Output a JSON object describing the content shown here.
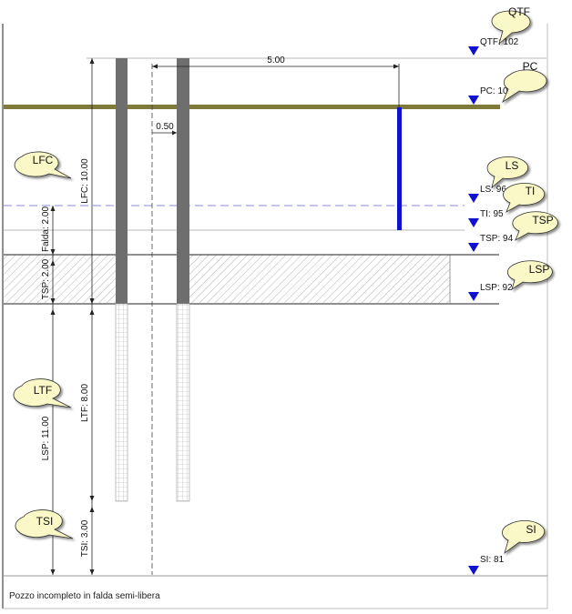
{
  "caption": "Pozzo incompleto in falda semi-libera",
  "colors": {
    "ground": "#7f7a3a",
    "pipe": "#6e6e6e",
    "level_marker": "#1010d0",
    "water_line": "#8a8ad8",
    "bubble_fill": "#fbf8c8"
  },
  "levels": {
    "qtf": "QTF: 102",
    "pc": "PC: 100",
    "ls": "LS: 96",
    "ti": "TI: 95",
    "tsp": "TSP: 94",
    "lsp": "LSP: 92",
    "si": "SI: 81"
  },
  "dimensions": {
    "distance": "5.00",
    "diameter": "0.50",
    "lfc": "LFC: 10.00",
    "falda": "Falda: 2.00",
    "tsp": "TSP: 2.00",
    "lsp": "LSP: 11.00",
    "ltf": "LTF: 8.00",
    "tsi": "TSI: 3.00"
  },
  "bubbles": {
    "qtf": "QTF",
    "pc": "PC",
    "lfc": "LFC",
    "ls": "LS",
    "ti": "TI",
    "tsp": "TSP",
    "lsp": "LSP",
    "ltf": "LTF",
    "tsi": "TSI",
    "si": "SI"
  }
}
